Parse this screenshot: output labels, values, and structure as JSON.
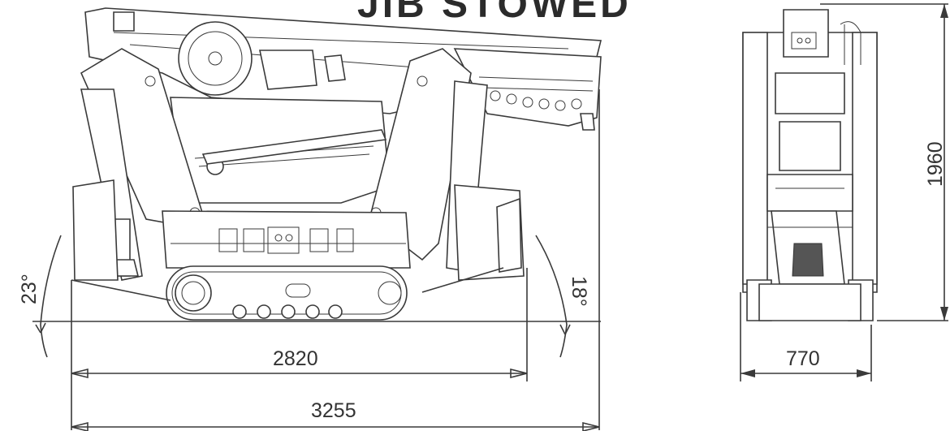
{
  "title": "JIB STOWED",
  "side_view": {
    "angle_left": "23°",
    "angle_right": "18°",
    "track_length": "2820",
    "outrigger_span": "3255"
  },
  "front_view": {
    "width": "770",
    "height": "1960"
  }
}
